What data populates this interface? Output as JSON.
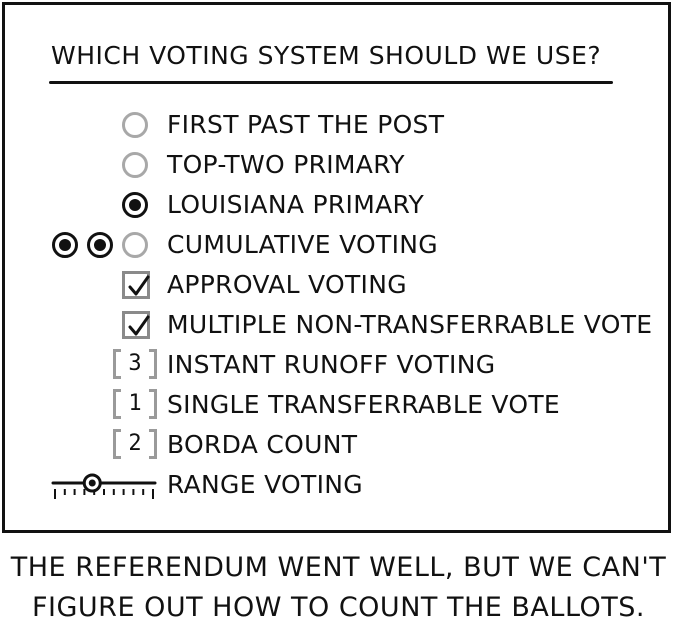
{
  "ballot": {
    "title": "WHICH VOTING SYSTEM SHOULD WE USE?",
    "options": [
      {
        "label": "FIRST PAST THE POST",
        "control": "radio",
        "state": "empty"
      },
      {
        "label": "TOP-TWO PRIMARY",
        "control": "radio",
        "state": "empty"
      },
      {
        "label": "LOUISIANA PRIMARY",
        "control": "radio",
        "state": "filled"
      },
      {
        "label": "CUMULATIVE VOTING",
        "control": "radio-triple",
        "filled_count": 2,
        "total": 3
      },
      {
        "label": "APPROVAL VOTING",
        "control": "checkbox",
        "checked": true
      },
      {
        "label": "MULTIPLE NON-TRANSFERRABLE VOTE",
        "control": "checkbox",
        "checked": true
      },
      {
        "label": "INSTANT RUNOFF VOTING",
        "control": "rank",
        "rank": "3"
      },
      {
        "label": "SINGLE TRANSFERRABLE VOTE",
        "control": "rank",
        "rank": "1"
      },
      {
        "label": "BORDA COUNT",
        "control": "rank",
        "rank": "2"
      },
      {
        "label": "RANGE VOTING",
        "control": "slider",
        "value_fraction": 0.38
      }
    ]
  },
  "caption": {
    "line1": "THE REFERENDUM WENT WELL, BUT WE CAN'T",
    "line2": "FIGURE OUT HOW TO COUNT THE BALLOTS."
  },
  "colors": {
    "ink": "#111111",
    "empty_radio": "#a8a8a8",
    "box_gray": "#8a8a8a"
  }
}
